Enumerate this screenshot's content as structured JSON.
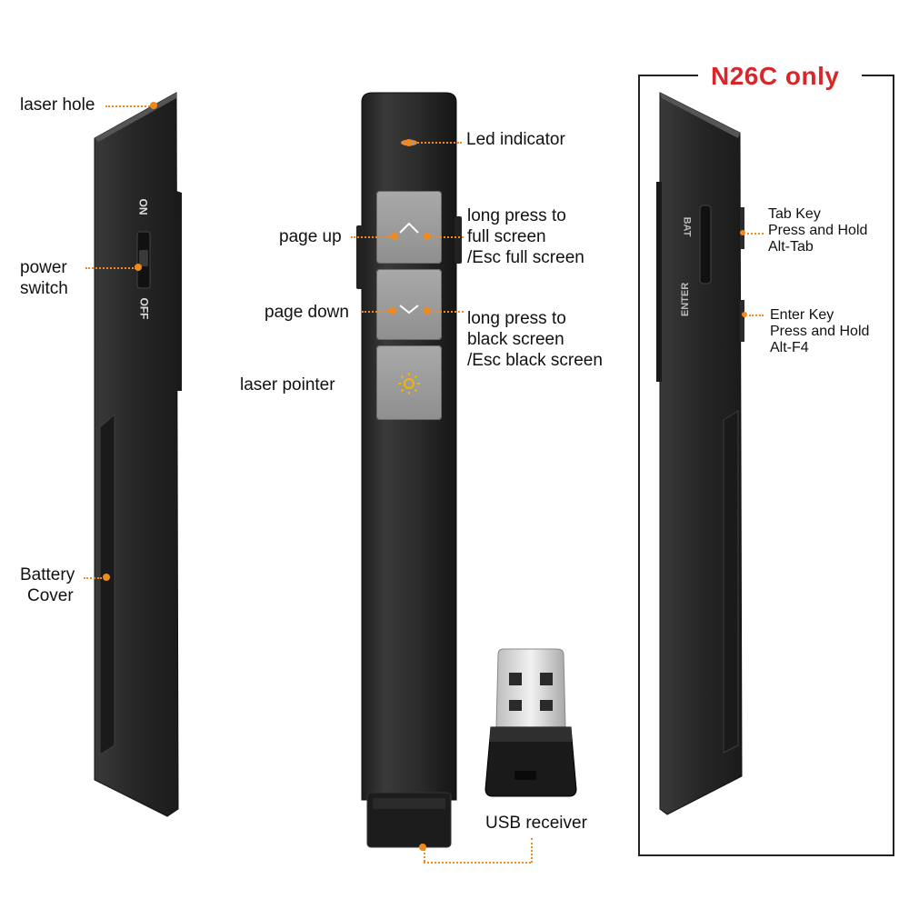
{
  "left_labels": {
    "laser_hole": "laser hole",
    "power_switch_line1": "power",
    "power_switch_line2": "switch",
    "battery_line1": "Battery",
    "battery_line2": "Cover",
    "switch_on": "ON",
    "switch_off": "OFF"
  },
  "center_labels": {
    "led_indicator": "Led indicator",
    "page_up": "page up",
    "page_down": "page down",
    "laser_pointer": "laser pointer",
    "full_screen_line1": "long press to",
    "full_screen_line2": "full screen",
    "full_screen_line3": "/Esc full screen",
    "black_screen_line1": "long press to",
    "black_screen_line2": "black screen",
    "black_screen_line3": "/Esc black screen",
    "usb_receiver": "USB receiver"
  },
  "right_panel": {
    "title": "N26C only",
    "side_bat": "BAT",
    "side_enter": "ENTER",
    "tab_line1": "Tab Key",
    "tab_line2": "Press and Hold",
    "tab_line3": "Alt-Tab",
    "enter_line1": "Enter Key",
    "enter_line2": "Press and Hold",
    "enter_line3": "Alt-F4"
  },
  "colors": {
    "accent": "#f08a1c",
    "title_red": "#d9262b",
    "device_body": "#2a2a2a",
    "key_gray": "#9b9b9b"
  }
}
